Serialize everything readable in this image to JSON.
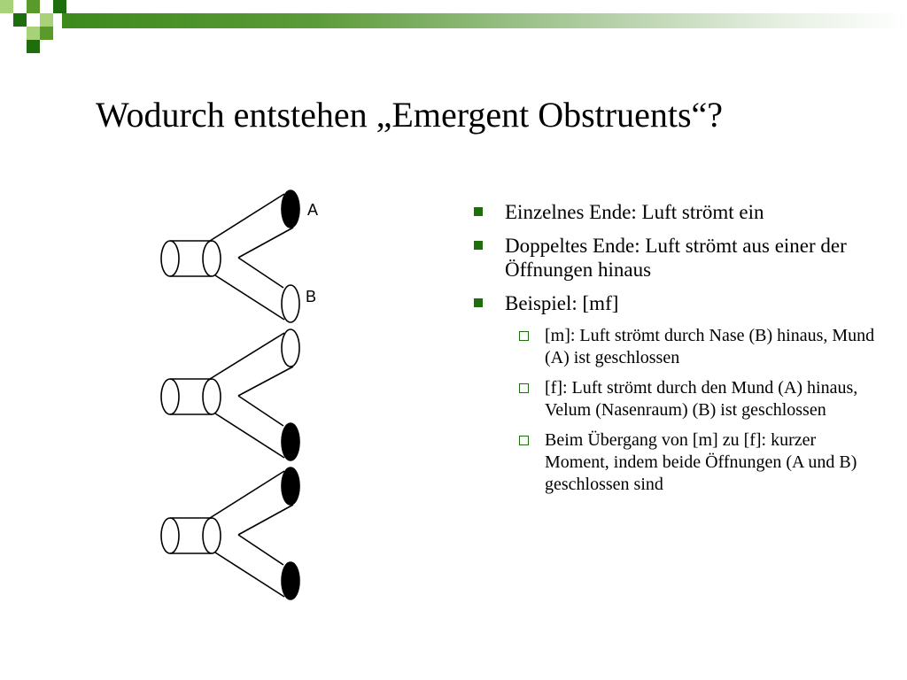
{
  "title": "Wodurch entstehen „Emergent Obstruents“?",
  "colors": {
    "accent_dark": "#1f6e0e",
    "accent_mid": "#5a9a2a",
    "accent_light": "#a7d27a",
    "text": "#000000"
  },
  "diagram": {
    "label_a": "A",
    "label_b": "B"
  },
  "bullets": [
    {
      "level": 1,
      "text": "Einzelnes Ende: Luft strömt ein"
    },
    {
      "level": 1,
      "text": "Doppeltes Ende: Luft strömt aus einer der Öffnungen hinaus"
    },
    {
      "level": 1,
      "text": "Beispiel: [mf]"
    },
    {
      "level": 2,
      "text": "[m]: Luft strömt durch Nase (B) hinaus, Mund (A) ist geschlossen"
    },
    {
      "level": 2,
      "text": "[f]: Luft strömt durch den Mund (A) hinaus, Velum (Nasenraum) (B) ist geschlossen"
    },
    {
      "level": 2,
      "text": "Beim Übergang von [m] zu [f]: kurzer Moment, indem beide Öffnungen (A und B) geschlossen sind"
    }
  ]
}
